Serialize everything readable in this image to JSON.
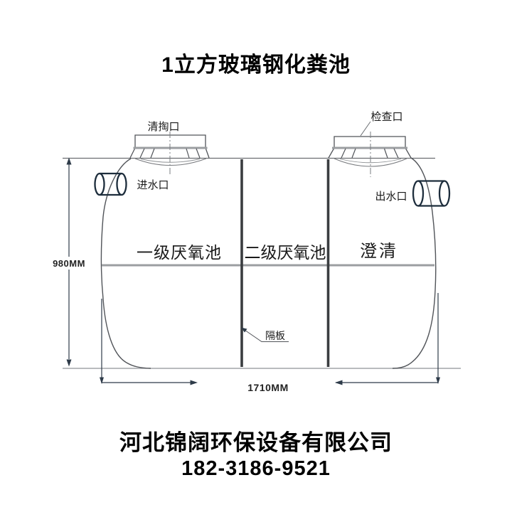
{
  "title": "1立方玻璃钢化粪池",
  "diagram": {
    "ports": {
      "clean_out": "清掏口",
      "inspection": "检查口",
      "inlet": "进水口",
      "outlet": "出水口"
    },
    "chambers": {
      "first": "一级厌氧池",
      "second": "二级厌氧池",
      "third": "澄清"
    },
    "partition": "隔板",
    "dimensions": {
      "height": "980MM",
      "length": "1710MM"
    }
  },
  "footer": {
    "company": "河北锦阔环保设备有限公司",
    "phone": "182-3186-9521"
  },
  "colors": {
    "outline": "#515459",
    "thick_gray": "#9b9ea1",
    "partition": "#3a3d40",
    "pipe": "#1d2d3c",
    "dimension": "#2e3b49",
    "text": "#111111"
  }
}
